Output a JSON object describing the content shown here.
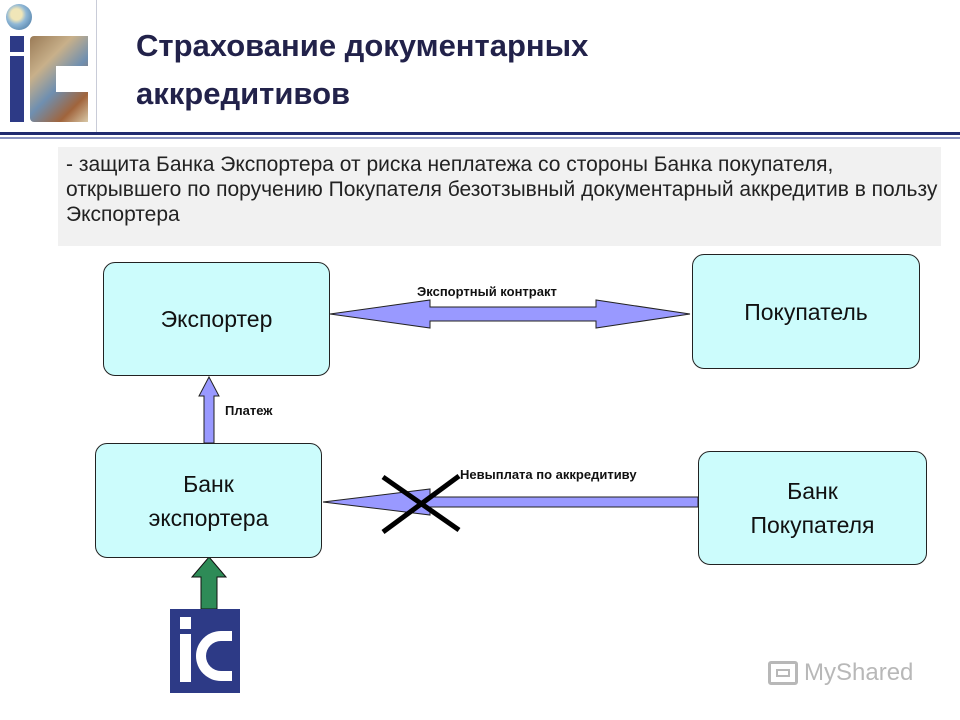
{
  "slide": {
    "title_line1": "Страхование документарных",
    "title_line2": "аккредитивов",
    "description": "- защита Банка Экспортера от риска неплатежа со стороны Банка покупателя, открывшего по поручению Покупателя безотзывный документарный аккредитив в пользу Экспортера"
  },
  "diagram": {
    "nodes": {
      "exporter": "Экспортер",
      "buyer": "Покупатель",
      "exporter_bank_line1": "Банк",
      "exporter_bank_line2": "экспортера",
      "buyer_bank_line1": "Банк",
      "buyer_bank_line2": "Покупателя"
    },
    "edges": {
      "contract": "Экспортный  контракт",
      "payment": "Платеж",
      "nonpayment": "Невыплата  по аккредитиву"
    },
    "colors": {
      "node_fill": "#ccfcfc",
      "arrow_fill": "#9999ff",
      "insurer_arrow": "#2e8b57",
      "cross": "#000000",
      "brand": "#2d3a86"
    }
  },
  "watermark": {
    "text": "MyShared",
    "icon": "mysharedprojector-icon"
  }
}
